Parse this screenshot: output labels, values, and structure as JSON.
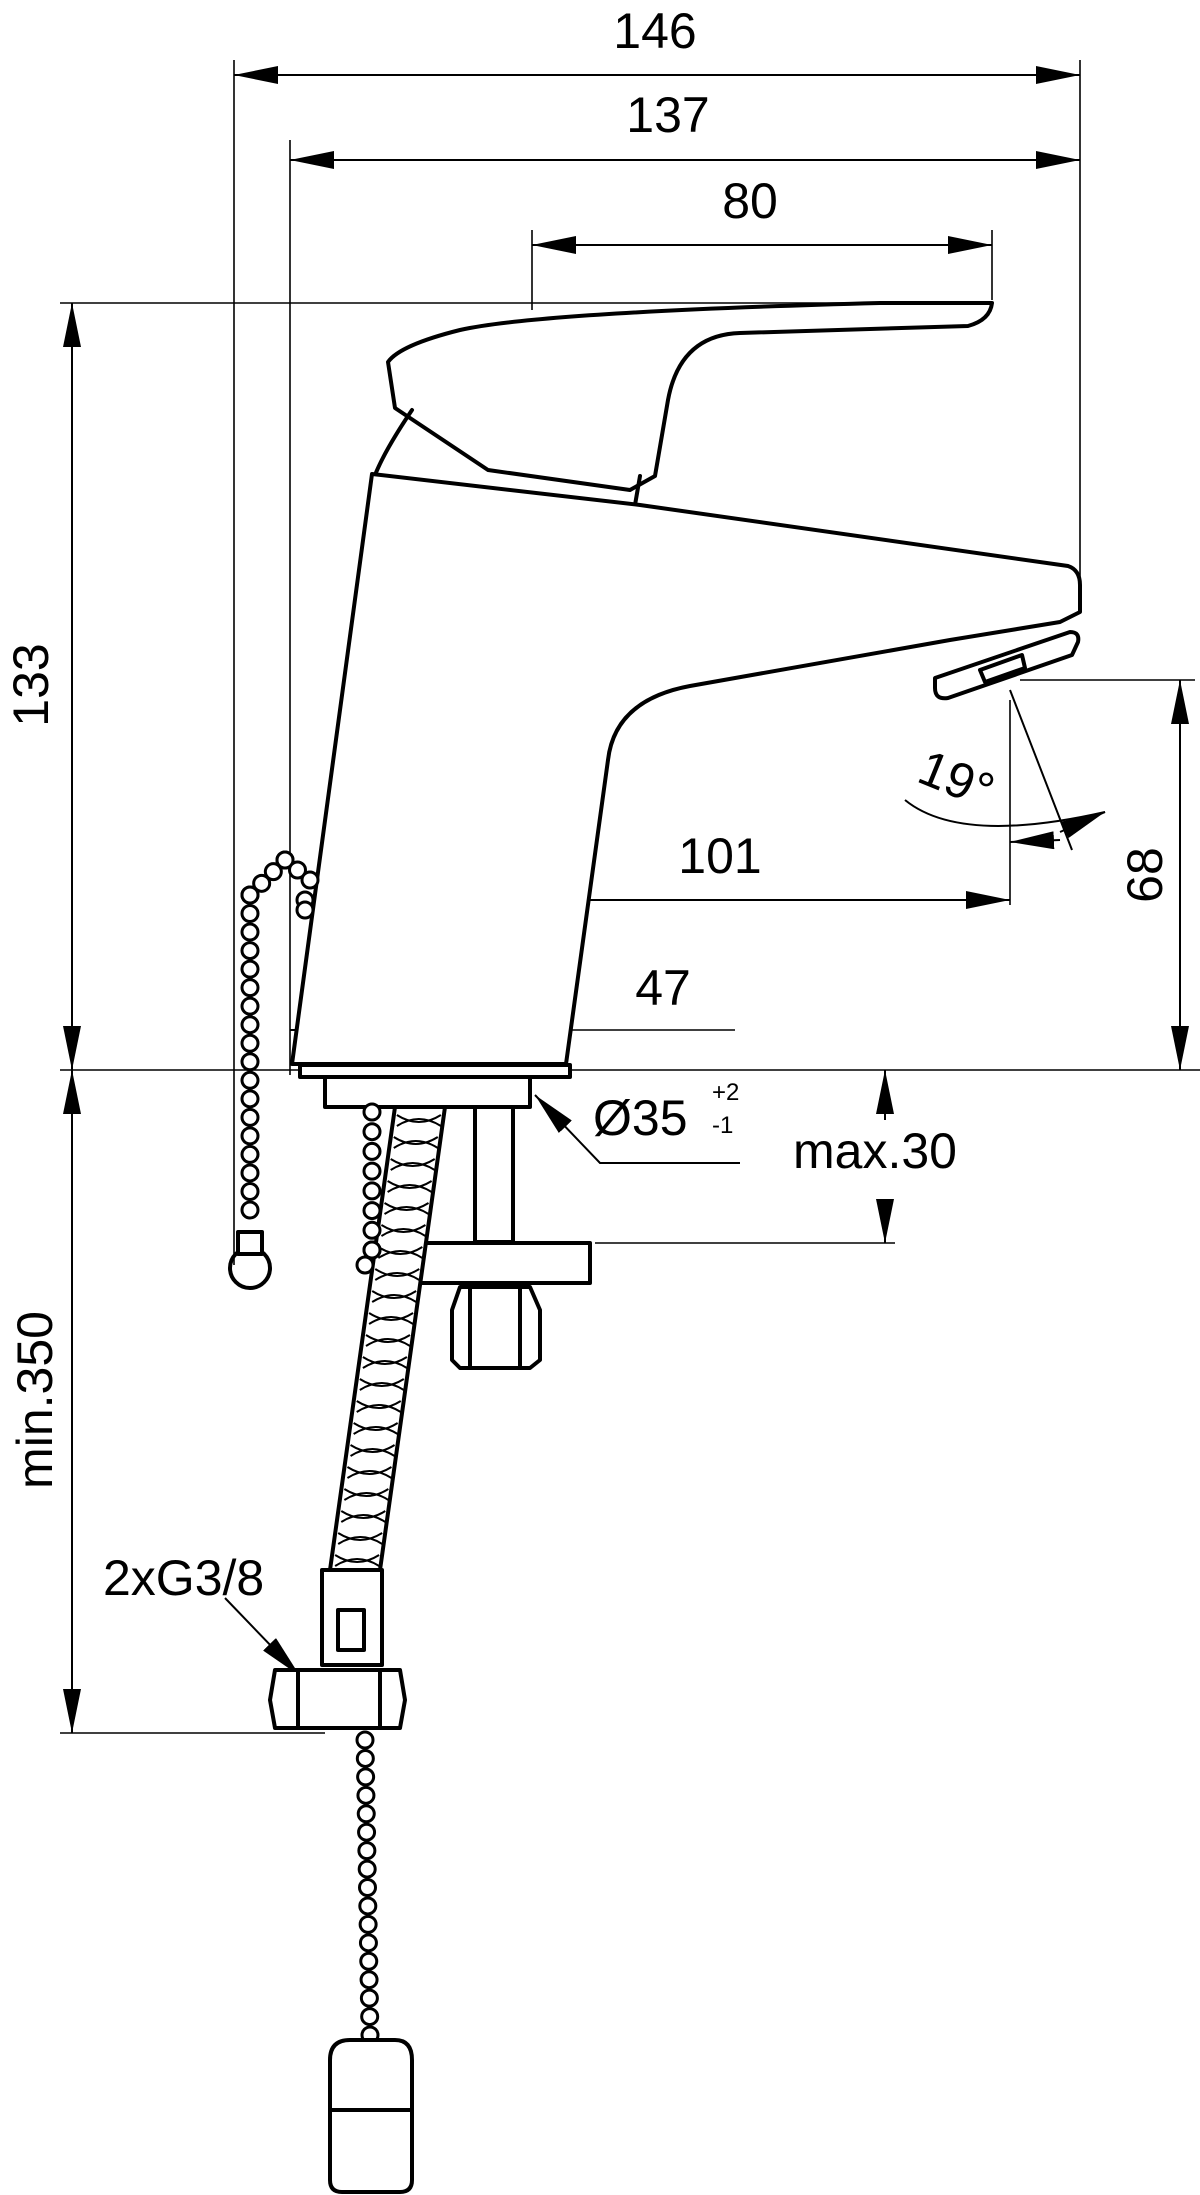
{
  "dimensions": {
    "overall_length": "146",
    "spout_reach_from_body": "137",
    "lever_length": "80",
    "total_height": "133",
    "spout_outlet_height": "68",
    "spout_angle": "19°",
    "spout_reach_from_center": "101",
    "base_offset": "47",
    "mounting_hole": "Ø35",
    "mounting_hole_tol_upper": "+2",
    "mounting_hole_tol_lower": "-1",
    "max_deck_thickness": "max.30",
    "min_hose_length": "min.350",
    "connection_thread": "2xG3/8"
  },
  "colors": {
    "line": "#000000",
    "background": "#ffffff"
  }
}
